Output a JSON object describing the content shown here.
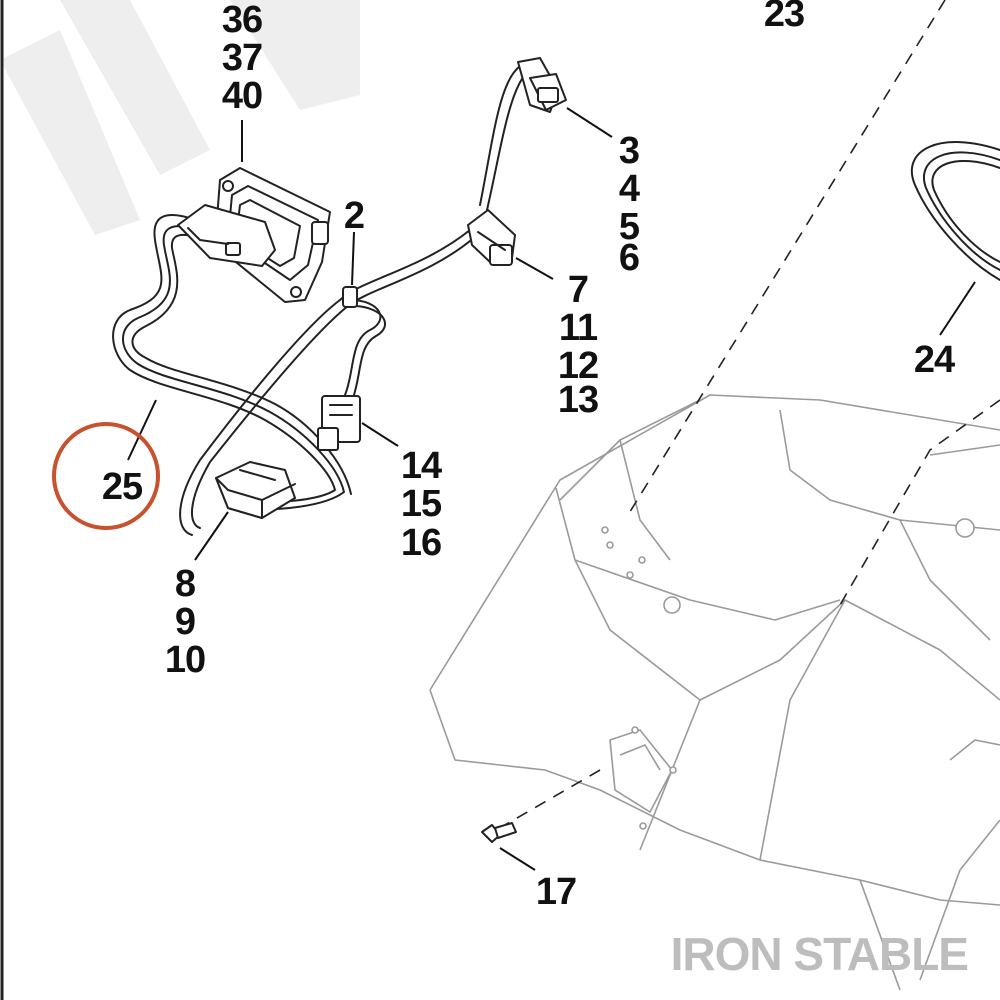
{
  "callouts": {
    "c36": "36",
    "c37": "37",
    "c40": "40",
    "c23": "23",
    "c3": "3",
    "c4": "4",
    "c5": "5",
    "c6": "6",
    "c2": "2",
    "c7": "7",
    "c11": "11",
    "c12": "12",
    "c13": "13",
    "c24": "24",
    "c14": "14",
    "c15": "15",
    "c16": "16",
    "c25": "25",
    "c8": "8",
    "c9": "9",
    "c10": "10",
    "c17": "17"
  },
  "highlight": {
    "target": "25",
    "color": "#c8512e"
  },
  "watermark": "IRON STABLE",
  "colors": {
    "ink": "#111111",
    "faint_line": "#9a9a9a",
    "watermark": "#bdbdbd",
    "background_stripes": "#eeeeee"
  }
}
